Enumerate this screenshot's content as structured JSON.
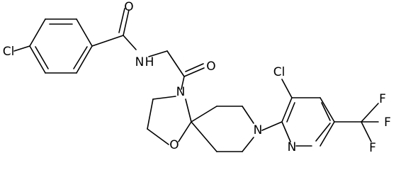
{
  "structure": {
    "atoms": {
      "cl_left": "Cl",
      "amide_nh": "N",
      "amide_h": "H",
      "amide_o": "O",
      "ketone_o": "O",
      "ring_n": "N",
      "ring_o": "O",
      "piperidine_n": "N",
      "pyridine_cl": "Cl",
      "pyridine_n": "N",
      "f_top": "F",
      "f_right": "F",
      "f_bottom": "F"
    }
  }
}
